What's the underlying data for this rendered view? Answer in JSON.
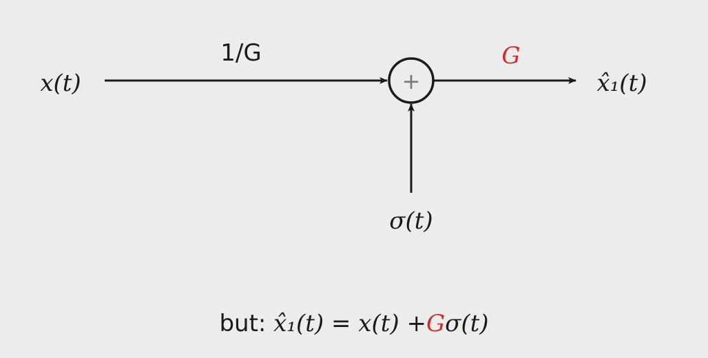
{
  "diagram": {
    "input_label": "x(t)",
    "gain_in_label": "1/G",
    "gain_out_label": "G",
    "sum_symbol": "+",
    "output_label": "x̂₁(t)",
    "noise_label": "σ(t)",
    "accent_color": "#d42a2a"
  },
  "caption": {
    "prefix": "but:",
    "lhs": "x̂₁(t)",
    "equals": "=",
    "term1": "x(t)",
    "plus": "+",
    "gain": "G",
    "term2": "σ(t)"
  }
}
